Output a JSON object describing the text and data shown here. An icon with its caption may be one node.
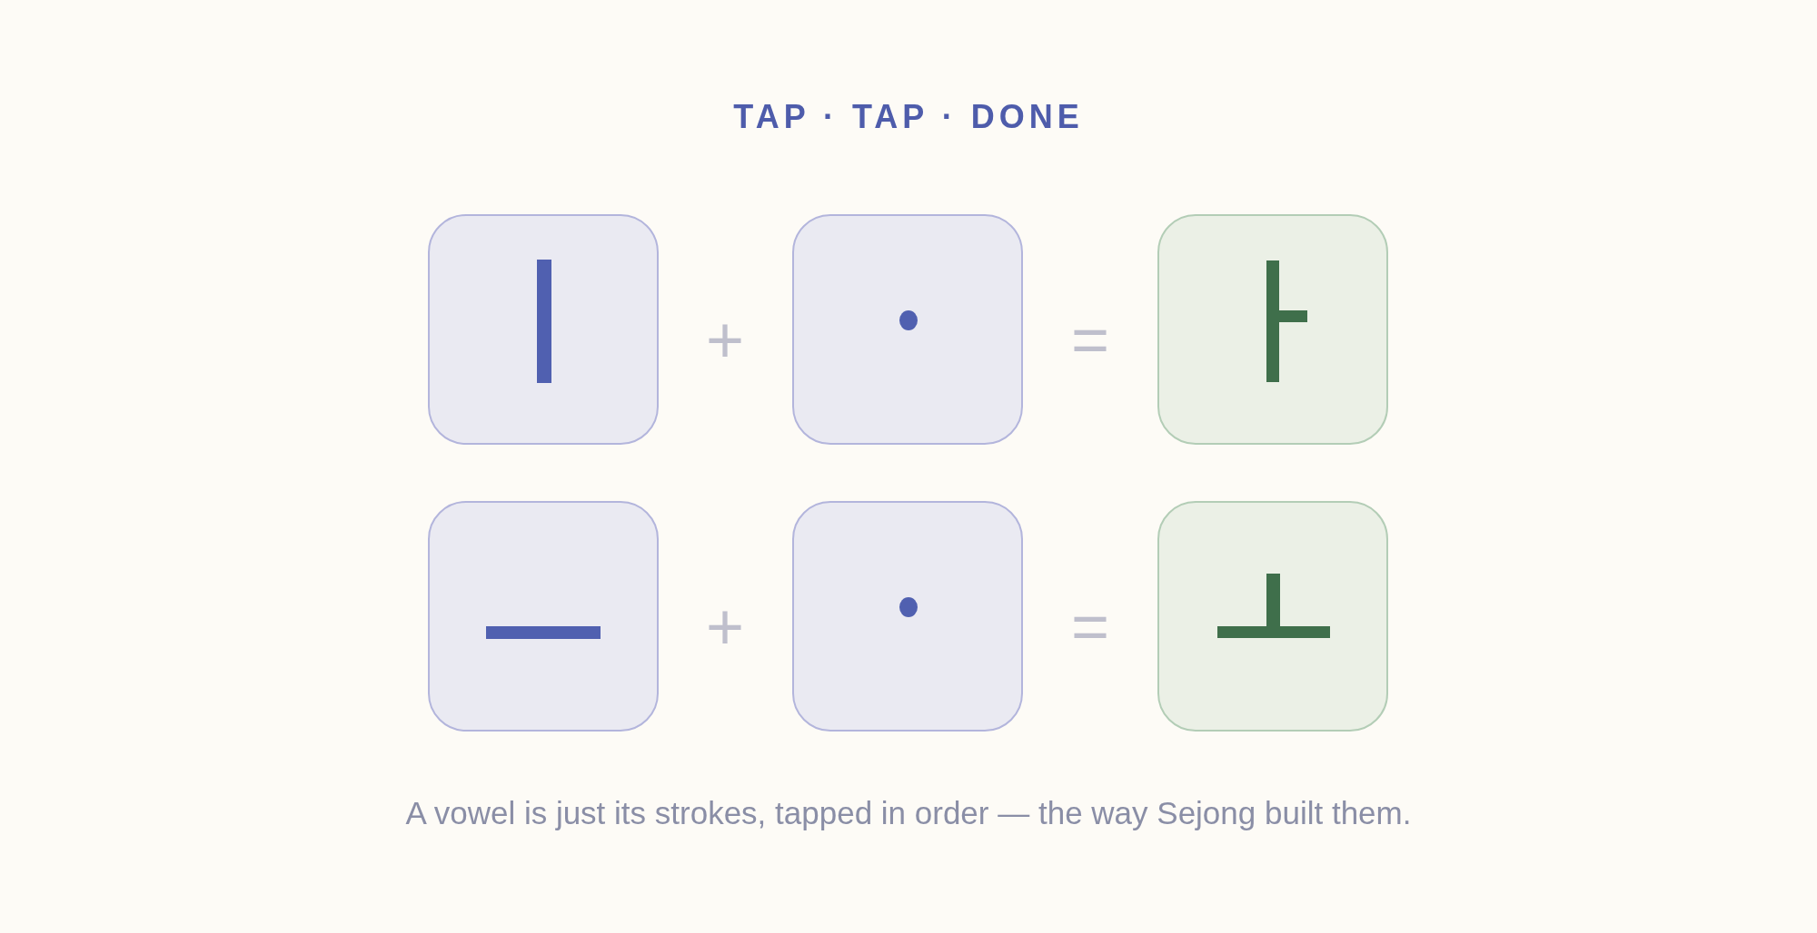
{
  "diagram": {
    "title": "TAP · TAP · DONE",
    "caption": "A vowel is just its strokes, tapped in order — the way Sejong built them.",
    "nodes": [
      {
        "text": [],
        "shape": "box"
      },
      {
        "text": [],
        "shape": "box"
      },
      {
        "text": [],
        "shape": "box"
      },
      {
        "text": [],
        "shape": "box"
      },
      {
        "text": [],
        "shape": "box"
      },
      {
        "text": [],
        "shape": "box"
      }
    ],
    "labels": [
      "+",
      "=",
      "+",
      "="
    ]
  }
}
